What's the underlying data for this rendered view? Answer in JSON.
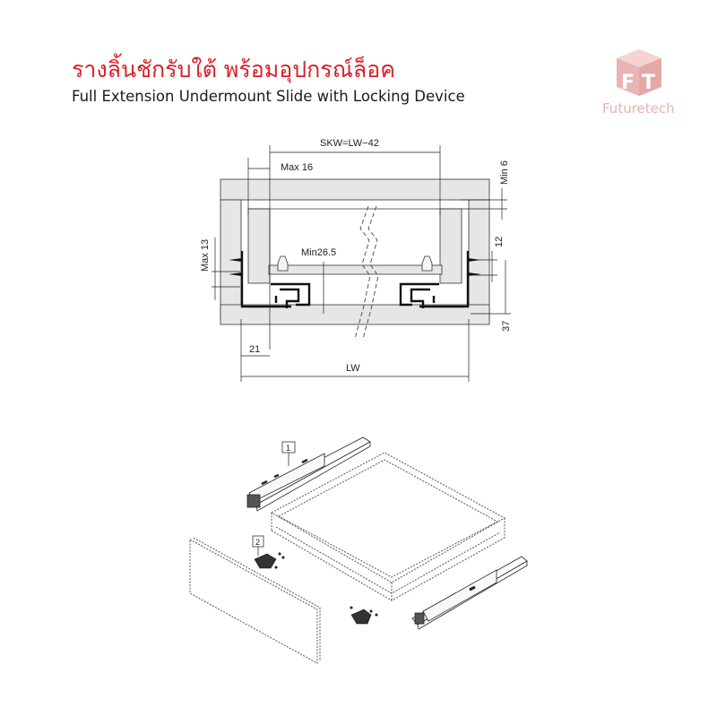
{
  "header": {
    "title_th": "รางลิ้นชักรับใต้ พร้อมอุปกรณ์ล็อค",
    "title_en": "Full Extension Undermount Slide with Locking Device",
    "title_color": "#d9202a"
  },
  "brand": {
    "logo_letters": "FT",
    "name": "Futuretech",
    "color": "#e9b2b2"
  },
  "cross_section": {
    "labels": {
      "skw": "SKW=LW−42",
      "max16": "Max 16",
      "min6": "Min 6",
      "max13": "Max 13",
      "min26_5": "Min26.5",
      "d12": "12",
      "d37": "37",
      "d21": "21",
      "lw": "LW"
    },
    "fill_color": "#e6e6e6",
    "line_color": "#333333"
  },
  "exploded_view": {
    "callouts": [
      {
        "number": "1",
        "part": "undermount slide"
      },
      {
        "number": "2",
        "part": "locking device"
      }
    ]
  }
}
